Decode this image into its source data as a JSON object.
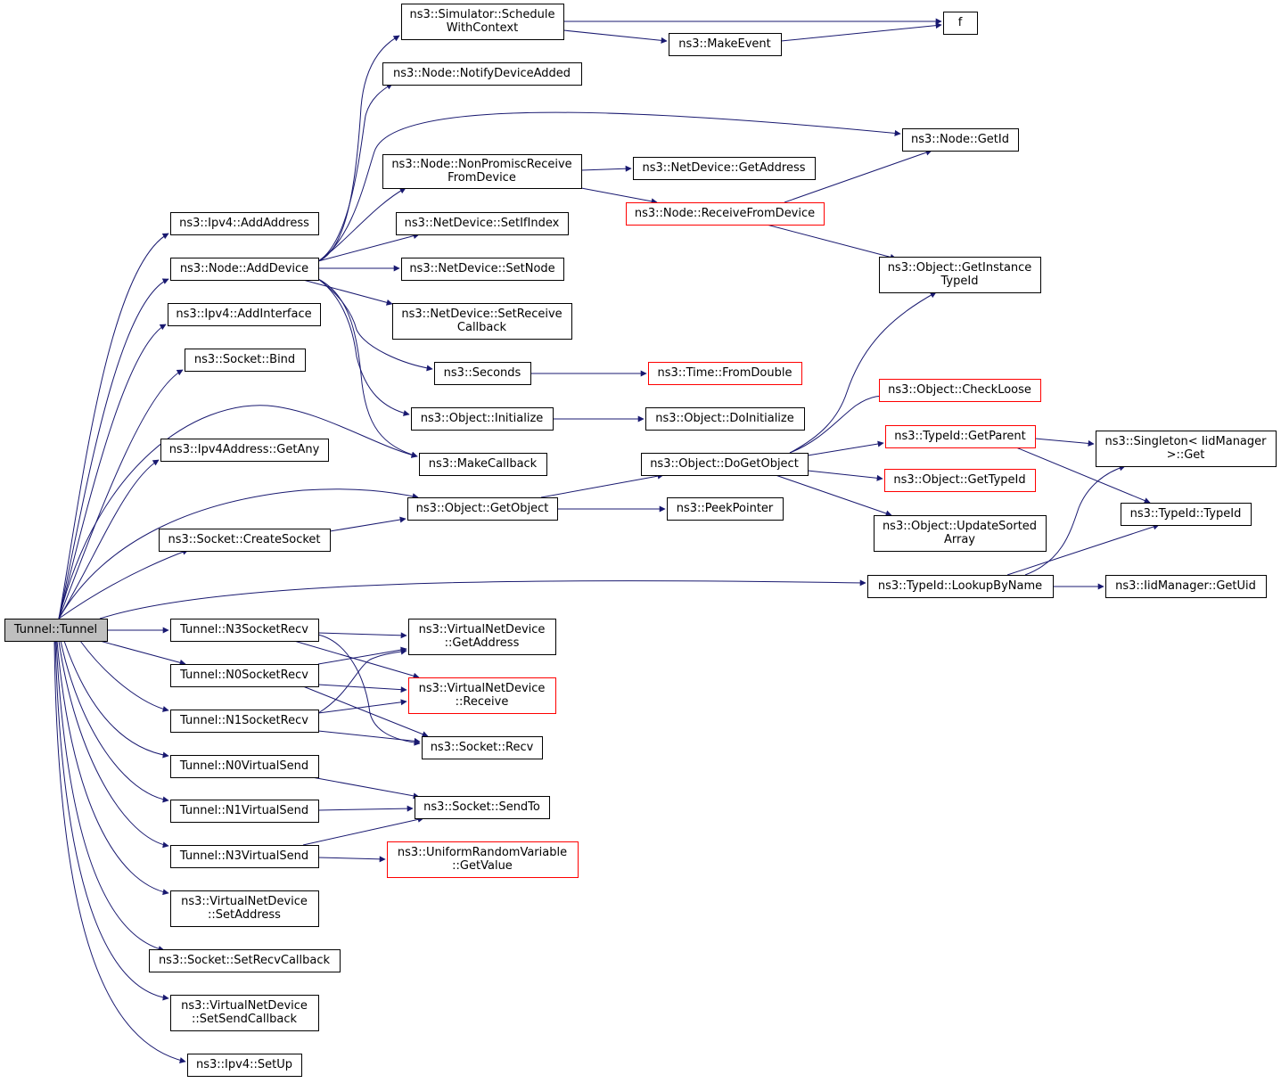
{
  "colors": {
    "edge": "#191970",
    "border": "#000000",
    "border_incomplete": "#ff0000",
    "root_fill": "#bfbfbf",
    "fill": "#ffffff"
  },
  "nodes": [
    {
      "id": "tunnel",
      "label": [
        "Tunnel::Tunnel"
      ],
      "root": true
    },
    {
      "id": "ipv4-addaddress",
      "label": [
        "ns3::Ipv4::AddAddress"
      ]
    },
    {
      "id": "node-adddevice",
      "label": [
        "ns3::Node::AddDevice"
      ]
    },
    {
      "id": "ipv4-addinterface",
      "label": [
        "ns3::Ipv4::AddInterface"
      ]
    },
    {
      "id": "socket-bind",
      "label": [
        "ns3::Socket::Bind"
      ]
    },
    {
      "id": "ipv4address-getany",
      "label": [
        "ns3::Ipv4Address::GetAny"
      ]
    },
    {
      "id": "socket-createsocket",
      "label": [
        "ns3::Socket::CreateSocket"
      ]
    },
    {
      "id": "n3socketrecv",
      "label": [
        "Tunnel::N3SocketRecv"
      ]
    },
    {
      "id": "n0socketrecv",
      "label": [
        "Tunnel::N0SocketRecv"
      ]
    },
    {
      "id": "n1socketrecv",
      "label": [
        "Tunnel::N1SocketRecv"
      ]
    },
    {
      "id": "n0virtualsend",
      "label": [
        "Tunnel::N0VirtualSend"
      ]
    },
    {
      "id": "n1virtualsend",
      "label": [
        "Tunnel::N1VirtualSend"
      ]
    },
    {
      "id": "n3virtualsend",
      "label": [
        "Tunnel::N3VirtualSend"
      ]
    },
    {
      "id": "vnd-setaddress",
      "label": [
        "ns3::VirtualNetDevice",
        "::SetAddress"
      ]
    },
    {
      "id": "socket-setrecvcallback",
      "label": [
        "ns3::Socket::SetRecvCallback"
      ]
    },
    {
      "id": "vnd-setsendcallback",
      "label": [
        "ns3::VirtualNetDevice",
        "::SetSendCallback"
      ]
    },
    {
      "id": "ipv4-setup",
      "label": [
        "ns3::Ipv4::SetUp"
      ]
    },
    {
      "id": "sim-schedule",
      "label": [
        "ns3::Simulator::Schedule",
        "WithContext"
      ]
    },
    {
      "id": "node-notifydeviceadded",
      "label": [
        "ns3::Node::NotifyDeviceAdded"
      ]
    },
    {
      "id": "node-nonpromisc",
      "label": [
        "ns3::Node::NonPromiscReceive",
        "FromDevice"
      ]
    },
    {
      "id": "netdevice-setifindex",
      "label": [
        "ns3::NetDevice::SetIfIndex"
      ]
    },
    {
      "id": "netdevice-setnode",
      "label": [
        "ns3::NetDevice::SetNode"
      ]
    },
    {
      "id": "netdevice-setreceivecallback",
      "label": [
        "ns3::NetDevice::SetReceive",
        "Callback"
      ]
    },
    {
      "id": "seconds",
      "label": [
        "ns3::Seconds"
      ]
    },
    {
      "id": "object-initialize",
      "label": [
        "ns3::Object::Initialize"
      ]
    },
    {
      "id": "makecallback",
      "label": [
        "ns3::MakeCallback"
      ]
    },
    {
      "id": "object-getobject",
      "label": [
        "ns3::Object::GetObject"
      ]
    },
    {
      "id": "vnd-getaddress",
      "label": [
        "ns3::VirtualNetDevice",
        "::GetAddress"
      ]
    },
    {
      "id": "vnd-receive",
      "label": [
        "ns3::VirtualNetDevice",
        "::Receive"
      ],
      "incomplete": true
    },
    {
      "id": "socket-recv",
      "label": [
        "ns3::Socket::Recv"
      ]
    },
    {
      "id": "socket-sendto",
      "label": [
        "ns3::Socket::SendTo"
      ]
    },
    {
      "id": "urv-getvalue",
      "label": [
        "ns3::UniformRandomVariable",
        "::GetValue"
      ],
      "incomplete": true
    },
    {
      "id": "f",
      "label": [
        "f"
      ]
    },
    {
      "id": "makeevent",
      "label": [
        "ns3::MakeEvent"
      ]
    },
    {
      "id": "node-getid",
      "label": [
        "ns3::Node::GetId"
      ]
    },
    {
      "id": "netdevice-getaddress",
      "label": [
        "ns3::NetDevice::GetAddress"
      ]
    },
    {
      "id": "node-receivefromdevice",
      "label": [
        "ns3::Node::ReceiveFromDevice"
      ],
      "incomplete": true
    },
    {
      "id": "time-fromdouble",
      "label": [
        "ns3::Time::FromDouble"
      ],
      "incomplete": true
    },
    {
      "id": "object-doinitialize",
      "label": [
        "ns3::Object::DoInitialize"
      ]
    },
    {
      "id": "object-dogetobject",
      "label": [
        "ns3::Object::DoGetObject"
      ]
    },
    {
      "id": "peekpointer",
      "label": [
        "ns3::PeekPointer"
      ]
    },
    {
      "id": "typeid-lookupbyname",
      "label": [
        "ns3::TypeId::LookupByName"
      ]
    },
    {
      "id": "object-getinstancetypeid",
      "label": [
        "ns3::Object::GetInstance",
        "TypeId"
      ]
    },
    {
      "id": "object-checkloose",
      "label": [
        "ns3::Object::CheckLoose"
      ],
      "incomplete": true
    },
    {
      "id": "typeid-getparent",
      "label": [
        "ns3::TypeId::GetParent"
      ],
      "incomplete": true
    },
    {
      "id": "object-gettypeid",
      "label": [
        "ns3::Object::GetTypeId"
      ],
      "incomplete": true
    },
    {
      "id": "object-updatesortedarray",
      "label": [
        "ns3::Object::UpdateSorted",
        "Array"
      ]
    },
    {
      "id": "singleton-get",
      "label": [
        "ns3::Singleton< IidManager",
        " >::Get"
      ]
    },
    {
      "id": "typeid-typeid",
      "label": [
        "ns3::TypeId::TypeId"
      ]
    },
    {
      "id": "iidmanager-getuid",
      "label": [
        "ns3::IidManager::GetUid"
      ]
    }
  ]
}
